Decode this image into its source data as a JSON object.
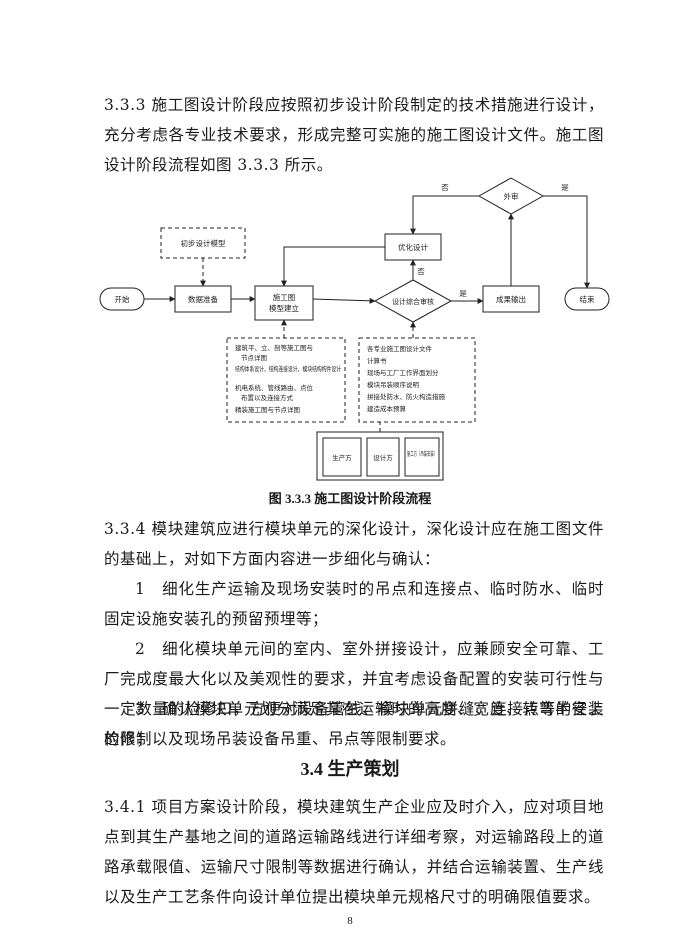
{
  "p333": "3.3.3 施工图设计阶段应按照初步设计阶段制定的技术措施进行设计，充分考虑各专业技术要求，形成完整可实施的施工图设计文件。施工图设计阶段流程如图 3.3.3 所示。",
  "flowchart": {
    "start": "开始",
    "data_prep": "数据准备",
    "prelim_model": "初步设计模型",
    "model_build_1": "施工图",
    "model_build_2": "模型建立",
    "optimize": "优化设计",
    "review": "设计综合审核",
    "external": "外审",
    "output": "成果输出",
    "end": "结束",
    "yes": "是",
    "no": "否",
    "left_notes": [
      "建筑平、立、剖等施工图与",
      "节点详图",
      "结构体系设计，结构连接设计，模块结构构件设计",
      "机电系统、管线路由、点位",
      "布置以及连接方式",
      "精装施工图与节点详图"
    ],
    "right_notes": [
      "各专业施工图设计文件",
      "计算书",
      "现场与工厂工作界面划分",
      "模块吊装顺序说明",
      "拼接处防水、防火构造措施",
      "建造成本预算"
    ],
    "parties": [
      "生产方",
      "设计方",
      "施工方（吊装安装）"
    ]
  },
  "caption": "图 3.3.3 施工图设计阶段流程",
  "p334": "3.3.4 模块建筑应进行模块单元的深化设计，深化设计应在施工图文件的基础上，对如下方面内容进一步细化与确认：",
  "item1": "1　细化生产运输及现场安装时的吊点和连接点、临时防水、临时固定设施安装孔的预留预埋等；",
  "item2": "2　细化模块单元间的室内、室外拼接设计，应兼顾安全可靠、工厂完成度最大化以及美观性的要求，并宜考虑设备配置的安装可行性与一定数量的检修口，方便对设备管线、模块单元拼缝、连接点等的安装检修；",
  "item3": "3　确认模块单元划分满足其在运输时的高度、宽度、转弯半径上的限制以及现场吊装设备吊重、吊点等限制要求。",
  "section": "3.4 生产策划",
  "p341": "3.4.1 项目方案设计阶段，模块建筑生产企业应及时介入，应对项目地点到其生产基地之间的道路运输路线进行详细考察，对运输路段上的道路承载限值、运输尺寸限制等数据进行确认，并结合运输装置、生产线以及生产工艺条件向设计单位提出模块单元规格尺寸的明确限值要求。",
  "page_number": "8"
}
